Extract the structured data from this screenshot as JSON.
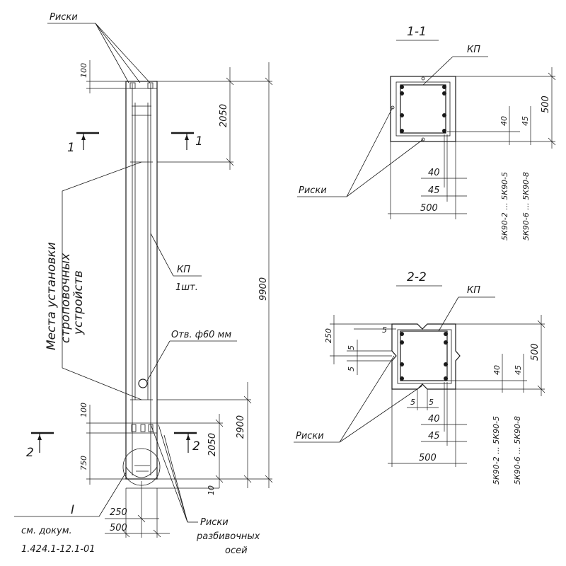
{
  "labels": {
    "riski_top": "Риски",
    "riski_section1": "Риски",
    "riski_section2": "Риски",
    "riski_bottom_1": "Риски",
    "riski_bottom_2": "разбивочных",
    "riski_bottom_3": "осей",
    "kp_column_1": "КП",
    "kp_column_2": "1шт.",
    "kp_section1": "КП",
    "kp_section2": "КП",
    "hole": "Отв. ф60 мм",
    "mounting_1": "Места установки",
    "mounting_2": "строповочных",
    "mounting_3": "устройств",
    "section1_title": "1-1",
    "section2_title": "2-2",
    "cut1_left": "1",
    "cut1_right": "1",
    "cut2_left": "2",
    "cut2_right": "2",
    "node_mark": "I",
    "doc_ref_1": "см. докум.",
    "doc_ref_2": "1.424.1-12.1-01"
  },
  "dimensions": {
    "d100_top": "100",
    "d2050_top": "2050",
    "d9900": "9900",
    "d100_bottom": "100",
    "d750": "750",
    "d2050_bottom": "2050",
    "d2900": "2900",
    "d10": "10",
    "d250": "250",
    "d500_col": "500",
    "s1_d500_right": "500",
    "s1_d40_right": "40",
    "s1_d45_right": "45",
    "s1_d40_bottom": "40",
    "s1_d45_bottom": "45",
    "s1_d500_bottom": "500",
    "s1_type1": "5К90-2 ... 5К90-5",
    "s1_type2": "5К90-6 ... 5К90-8",
    "s2_d250": "250",
    "s2_d5_a": "5",
    "s2_d5_b": "5",
    "s2_d5_c": "5",
    "s2_d5_d": "5",
    "s2_d5_e": "5",
    "s2_d500_right": "500",
    "s2_d40_right": "40",
    "s2_d45_right": "45",
    "s2_d40_bottom": "40",
    "s2_d45_bottom": "45",
    "s2_d500_bottom": "500",
    "s2_type1": "5К90-2 ... 5К90-5",
    "s2_type2": "5К90-6 ... 5К90-8"
  }
}
